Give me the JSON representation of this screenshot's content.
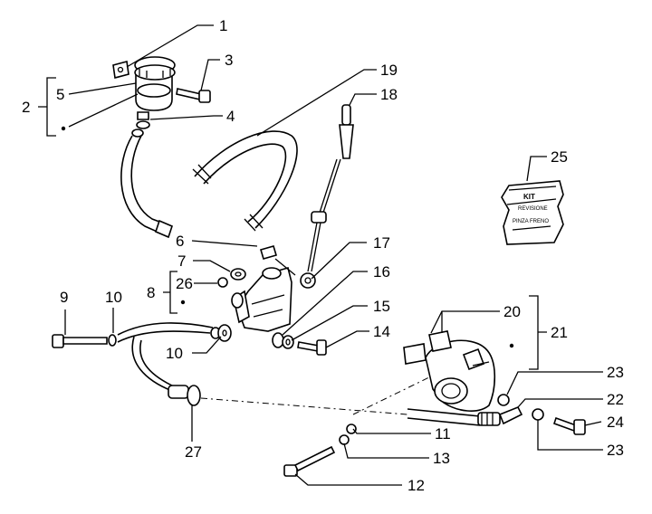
{
  "callouts": [
    "1",
    "2",
    "3",
    "4",
    "5",
    "6",
    "7",
    "8",
    "9",
    "10",
    "10",
    "11",
    "12",
    "13",
    "14",
    "15",
    "16",
    "17",
    "18",
    "19",
    "20",
    "21",
    "22",
    "23",
    "23",
    "24",
    "25",
    "26",
    "27"
  ],
  "kit_label": {
    "line1": "KIT",
    "line2": "REVISIONE",
    "line3": "PINZA FRENO"
  }
}
